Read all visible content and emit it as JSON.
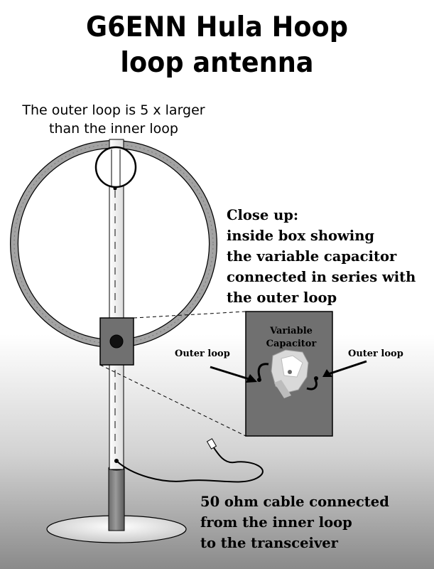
{
  "title": {
    "line1": "G6ENN Hula Hoop",
    "line2": "loop antenna"
  },
  "subtitle": {
    "line1": "The outer loop is 5 x larger",
    "line2": "than the inner loop"
  },
  "closeup": {
    "lines": [
      "Close up:",
      "inside box showing",
      "the variable capacitor",
      "connected in series with",
      "the outer loop"
    ]
  },
  "capacitor_box": {
    "label_line1": "Variable",
    "label_line2": "Capacitor",
    "left_label": "Outer loop",
    "right_label": "Outer loop"
  },
  "cable_note": {
    "lines": [
      "50 ohm cable connected",
      "from the inner loop",
      "to the transceiver"
    ]
  },
  "colors": {
    "background_top": "#ffffff",
    "background_bottom": "#8a8a8a",
    "outer_loop": "#9a9a9a",
    "box_fill": "#6e6e6e",
    "capacitor_plate": "#d8d8d8"
  }
}
